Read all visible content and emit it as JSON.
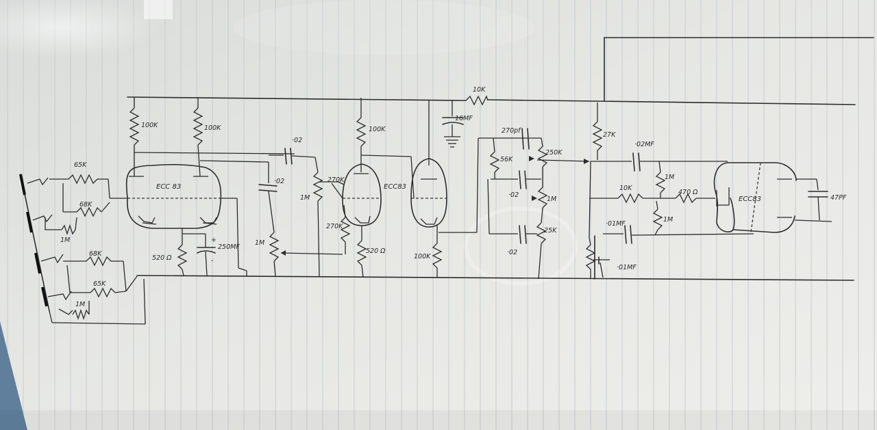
{
  "schematic": {
    "tubes": [
      "ECC 83",
      "ECC83",
      "ECC83"
    ],
    "resistors": {
      "r_plate_1": "100K",
      "r_plate_2": "100K",
      "r_plate_3": "100K",
      "r_supply_series": "10K",
      "r_input_1": "65K",
      "r_input_2": "68K",
      "r_input_3": "68K",
      "r_input_4": "65K",
      "r_grid_1": "1M",
      "r_grid_2": "1M",
      "r_cathode_1": "520 Ω",
      "r_cathode_2": "520 Ω",
      "r_grid_leak_1": "270K",
      "r_grid_leak_2": "270K",
      "r_follower": "100K",
      "r_tone_1": "56K",
      "r_tone_2": "27K",
      "r_pi_1": "10K",
      "r_pi_2": "1M",
      "r_pi_3": "1M",
      "r_pi_4": "470 Ω"
    },
    "pots": {
      "pot_volume_1": "1M",
      "pot_volume_2": "1M",
      "pot_treble": "250K",
      "pot_middle": "1M",
      "pot_bass": "25K"
    },
    "capacitors": {
      "c_coupling_1": "·02",
      "c_coupling_2": "·02",
      "c_cathode": "250MF",
      "c_filter": "16MF",
      "c_tone_1": "270pf",
      "c_tone_2": "·02",
      "c_tone_3": "·02",
      "c_pi_1": "·02MF",
      "c_pi_2": "·01MF",
      "c_pi_3": "·01MF",
      "c_output": "47PF"
    },
    "marks": {
      "plus": "+",
      "minus": "-"
    }
  }
}
